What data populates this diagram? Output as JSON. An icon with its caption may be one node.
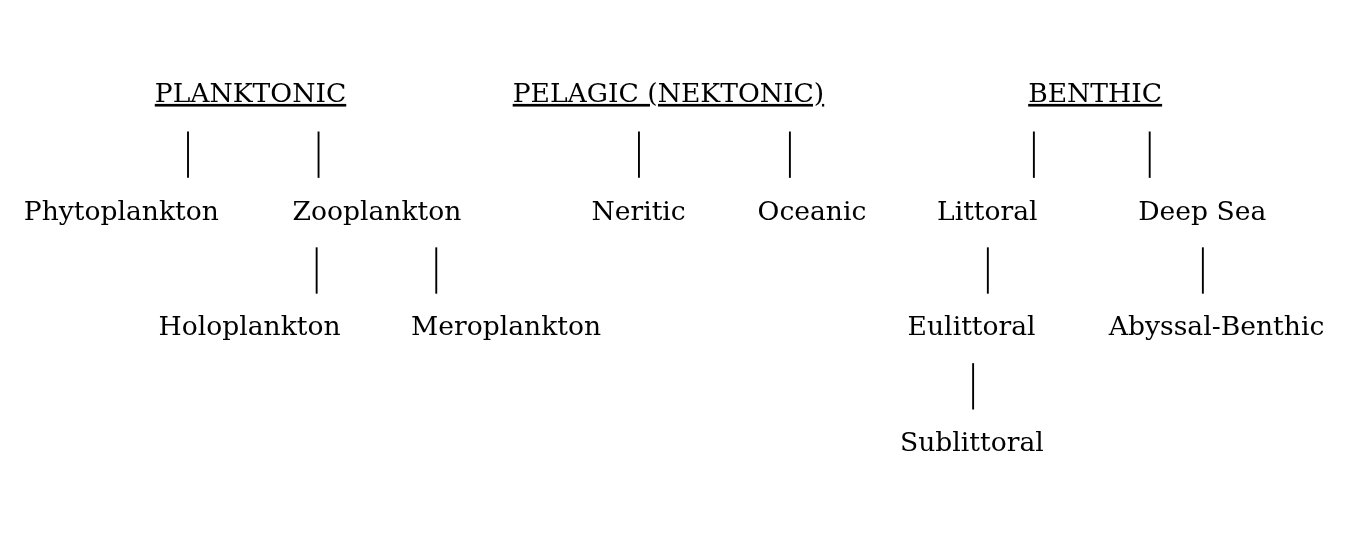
{
  "diagram": {
    "nodes": [
      {
        "text": [
          "PLANKTONIC"
        ]
      },
      {
        "text": [
          "Phytoplankton"
        ]
      },
      {
        "text": [
          "Zooplankton"
        ]
      },
      {
        "text": [
          "Holoplankton"
        ]
      },
      {
        "text": [
          "Meroplankton"
        ]
      },
      {
        "text": [
          "PELAGIC (NEKTONIC)"
        ]
      },
      {
        "text": [
          "Neritic"
        ]
      },
      {
        "text": [
          "Oceanic"
        ]
      },
      {
        "text": [
          "BENTHIC"
        ]
      },
      {
        "text": [
          "Littoral"
        ]
      },
      {
        "text": [
          "Eulittoral"
        ]
      },
      {
        "text": [
          "Sublittoral"
        ]
      },
      {
        "text": [
          "Deep Sea"
        ]
      },
      {
        "text": [
          "Abyssal-Benthic"
        ]
      }
    ],
    "edges": [
      {
        "from": 0,
        "to": 1,
        "arrow": "none"
      },
      {
        "from": 0,
        "to": 2,
        "arrow": "none"
      },
      {
        "from": 2,
        "to": 3,
        "arrow": "none"
      },
      {
        "from": 2,
        "to": 4,
        "arrow": "none"
      },
      {
        "from": 5,
        "to": 6,
        "arrow": "none"
      },
      {
        "from": 5,
        "to": 7,
        "arrow": "none"
      },
      {
        "from": 8,
        "to": 9,
        "arrow": "none"
      },
      {
        "from": 8,
        "to": 12,
        "arrow": "none"
      },
      {
        "from": 9,
        "to": 10,
        "arrow": "none"
      },
      {
        "from": 10,
        "to": 11,
        "arrow": "none"
      },
      {
        "from": 12,
        "to": 13,
        "arrow": "none"
      }
    ]
  }
}
